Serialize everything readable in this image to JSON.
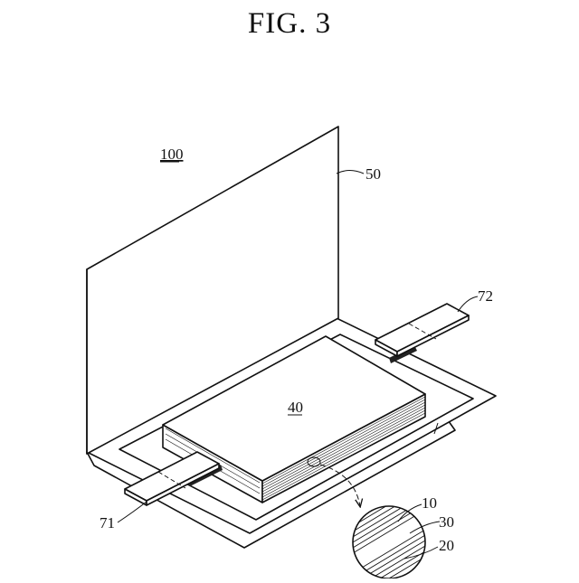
{
  "figure": {
    "title": "FIG. 3"
  },
  "labels": {
    "assembly": "100",
    "panel": "50",
    "cell_stack": "40",
    "tab_left": "71",
    "tab_right": "72",
    "layer_10": "10",
    "layer_30": "30",
    "layer_20": "20"
  }
}
